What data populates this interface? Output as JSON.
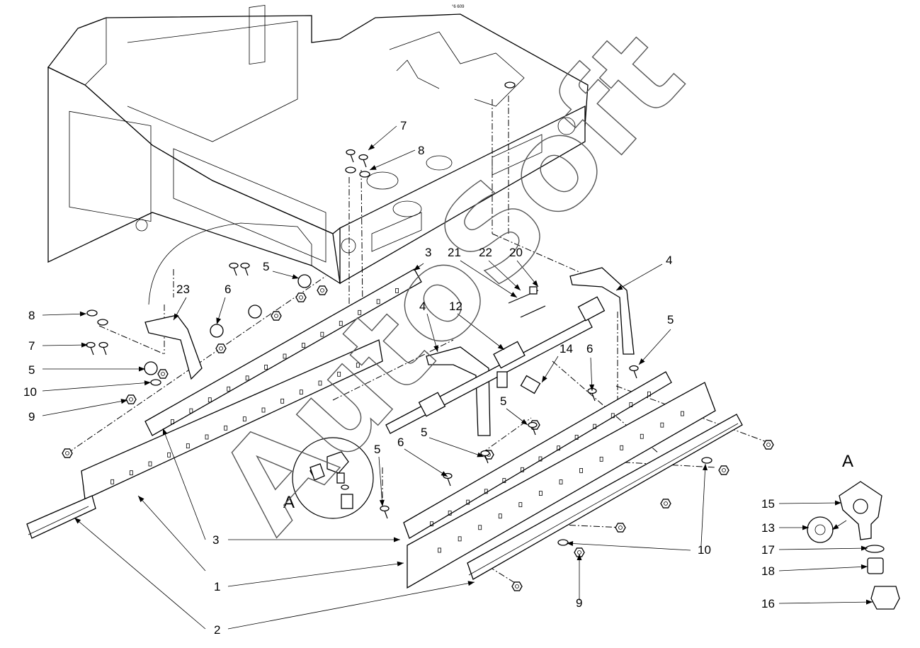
{
  "top_mark": "°6 609",
  "watermark": "AutoSoft",
  "inset": {
    "title": "A",
    "detail_letter": "A"
  },
  "callouts": {
    "c7a": "7",
    "c8a": "8",
    "c3a": "3",
    "c21": "21",
    "c22": "22",
    "c20": "20",
    "c4a": "4",
    "c5a": "5",
    "c23": "23",
    "c6a": "6",
    "c8b": "8",
    "c7b": "7",
    "c5b": "5",
    "c10a": "10",
    "c9a": "9",
    "c4b": "4",
    "c12": "12",
    "c14": "14",
    "c6b": "6",
    "c5c": "5",
    "c5d": "5",
    "c5e": "5",
    "c6c": "6",
    "c5f": "5",
    "c3b": "3",
    "c1": "1",
    "c2": "2",
    "c10b": "10",
    "c9b": "9",
    "c15": "15",
    "c13": "13",
    "c17": "17",
    "c18": "18",
    "c16": "16"
  }
}
